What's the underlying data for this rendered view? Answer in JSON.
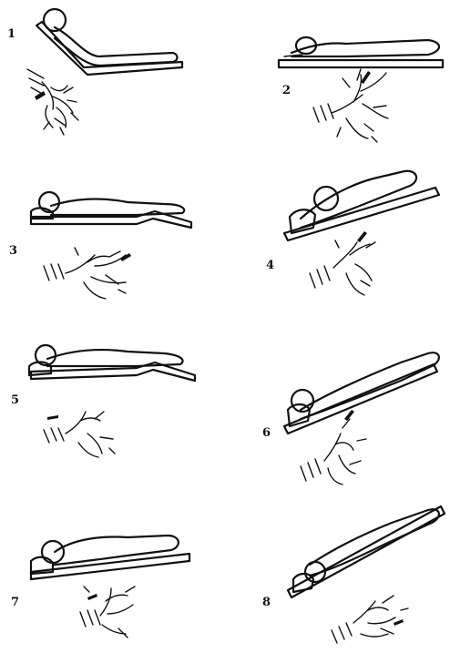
{
  "figure": {
    "panels": [
      {
        "number": "1"
      },
      {
        "number": "2"
      },
      {
        "number": "3"
      },
      {
        "number": "4"
      },
      {
        "number": "5"
      },
      {
        "number": "6"
      },
      {
        "number": "7"
      },
      {
        "number": "8"
      }
    ]
  }
}
